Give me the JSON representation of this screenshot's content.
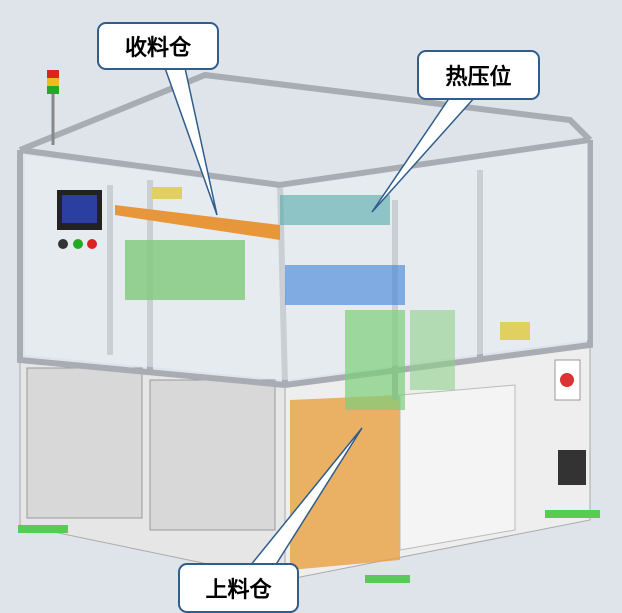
{
  "labels": {
    "collect_bin": "收料仓",
    "hot_press": "热压位",
    "feed_bin": "上料仓"
  },
  "colors": {
    "background": "#dfe4ea",
    "callout_border": "#2f5d8c",
    "frame": "#b8bcc2",
    "panel": "#e4e4e4",
    "accent_orange": "#e8a040",
    "accent_green": "#7fc97a"
  }
}
